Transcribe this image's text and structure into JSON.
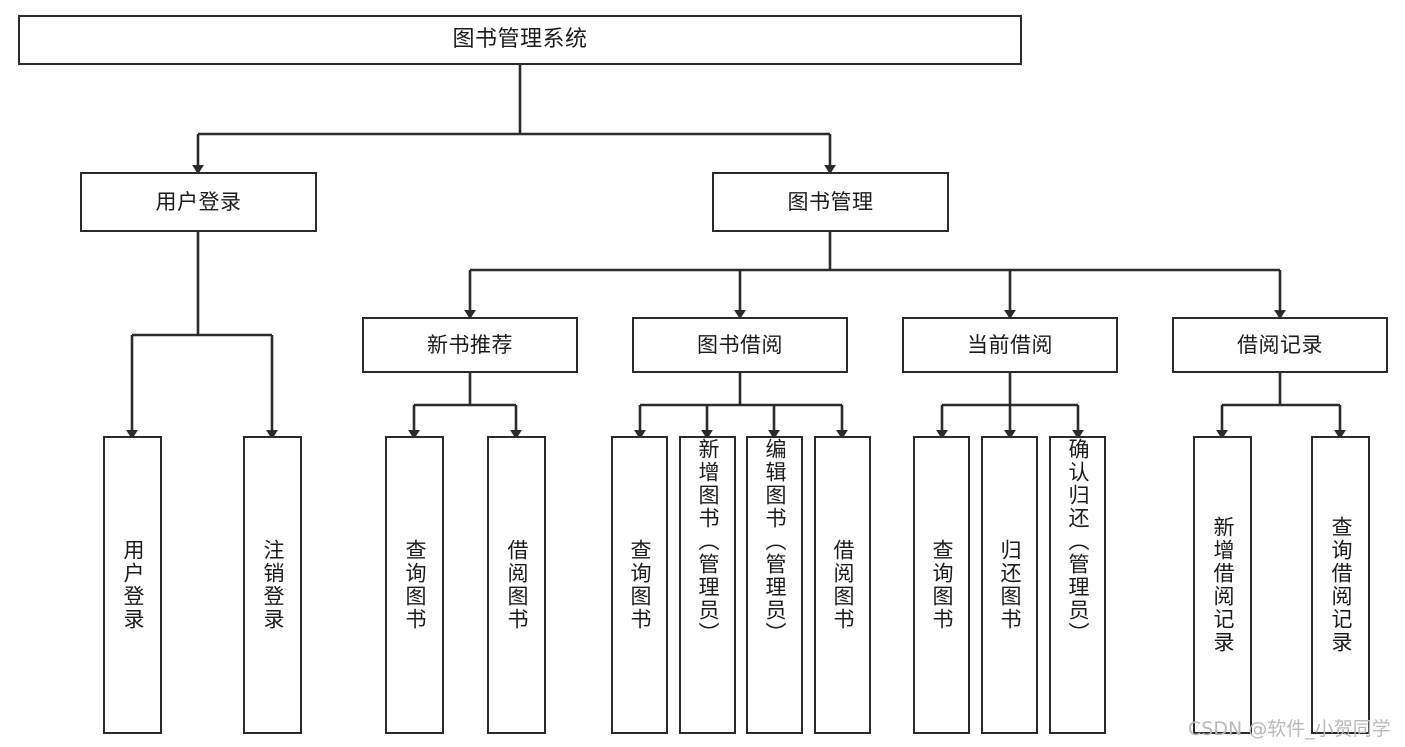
{
  "chart_data": {
    "type": "diagram",
    "diagram_kind": "tree / functional decomposition (功能结构图)",
    "title": "图书管理系统",
    "orientation": "top-down",
    "levels": 4,
    "nodes": [
      {
        "id": "root",
        "label": "图书管理系统",
        "level": 1,
        "parent": null
      },
      {
        "id": "login",
        "label": "用户登录",
        "level": 2,
        "parent": "root"
      },
      {
        "id": "bookmgmt",
        "label": "图书管理",
        "level": 2,
        "parent": "root"
      },
      {
        "id": "login-do",
        "label": "用户登录",
        "level": 3,
        "parent": "login"
      },
      {
        "id": "login-out",
        "label": "注销登录",
        "level": 3,
        "parent": "login"
      },
      {
        "id": "newbook",
        "label": "新书推荐",
        "level": 3,
        "parent": "bookmgmt"
      },
      {
        "id": "borrow",
        "label": "图书借阅",
        "level": 3,
        "parent": "bookmgmt"
      },
      {
        "id": "current",
        "label": "当前借阅",
        "level": 3,
        "parent": "bookmgmt"
      },
      {
        "id": "record",
        "label": "借阅记录",
        "level": 3,
        "parent": "bookmgmt"
      },
      {
        "id": "newbook-query",
        "label": "查询图书",
        "level": 4,
        "parent": "newbook"
      },
      {
        "id": "newbook-borrow",
        "label": "借阅图书",
        "level": 4,
        "parent": "newbook"
      },
      {
        "id": "borrow-query",
        "label": "查询图书",
        "level": 4,
        "parent": "borrow"
      },
      {
        "id": "borrow-add",
        "label": "新增图书（管理员）",
        "level": 4,
        "parent": "borrow"
      },
      {
        "id": "borrow-edit",
        "label": "编辑图书（管理员）",
        "level": 4,
        "parent": "borrow"
      },
      {
        "id": "borrow-lend",
        "label": "借阅图书",
        "level": 4,
        "parent": "borrow"
      },
      {
        "id": "current-query",
        "label": "查询图书",
        "level": 4,
        "parent": "current"
      },
      {
        "id": "current-return",
        "label": "归还图书",
        "level": 4,
        "parent": "current"
      },
      {
        "id": "current-confirm",
        "label": "确认归还（管理员）",
        "level": 4,
        "parent": "current"
      },
      {
        "id": "record-add",
        "label": "新增借阅记录",
        "level": 4,
        "parent": "record"
      },
      {
        "id": "record-query",
        "label": "查询借阅记录",
        "level": 4,
        "parent": "record"
      }
    ],
    "edges": [
      {
        "from": "root",
        "to": "login"
      },
      {
        "from": "root",
        "to": "bookmgmt"
      },
      {
        "from": "login",
        "to": "login-do"
      },
      {
        "from": "login",
        "to": "login-out"
      },
      {
        "from": "bookmgmt",
        "to": "newbook"
      },
      {
        "from": "bookmgmt",
        "to": "borrow"
      },
      {
        "from": "bookmgmt",
        "to": "current"
      },
      {
        "from": "bookmgmt",
        "to": "record"
      },
      {
        "from": "newbook",
        "to": "newbook-query"
      },
      {
        "from": "newbook",
        "to": "newbook-borrow"
      },
      {
        "from": "borrow",
        "to": "borrow-query"
      },
      {
        "from": "borrow",
        "to": "borrow-add"
      },
      {
        "from": "borrow",
        "to": "borrow-edit"
      },
      {
        "from": "borrow",
        "to": "borrow-lend"
      },
      {
        "from": "current",
        "to": "current-query"
      },
      {
        "from": "current",
        "to": "current-return"
      },
      {
        "from": "current",
        "to": "current-confirm"
      },
      {
        "from": "record",
        "to": "record-add"
      },
      {
        "from": "record",
        "to": "record-query"
      }
    ],
    "style": {
      "box_fill": "#ffffff",
      "box_stroke": "#2b2b2b",
      "connector_color": "#2b2b2b",
      "arrowheads": true,
      "background": "#ffffff",
      "leaf_text_direction": "vertical"
    }
  },
  "nodes": {
    "root": "图书管理系统",
    "login": "用户登录",
    "bookmgmt": "图书管理",
    "login_do": "用户登录",
    "login_out": "注销登录",
    "newbook": "新书推荐",
    "borrow": "图书借阅",
    "current": "当前借阅",
    "record": "借阅记录",
    "newbook_query": "查询图书",
    "newbook_borrow": "借阅图书",
    "borrow_query": "查询图书",
    "borrow_add": "新增图书（管理员）",
    "borrow_edit": "编辑图书（管理员）",
    "borrow_lend": "借阅图书",
    "current_query": "查询图书",
    "current_return": "归还图书",
    "current_confirm": "确认归还（管理员）",
    "record_add": "新增借阅记录",
    "record_query": "查询借阅记录"
  },
  "watermark": {
    "text": "CSDN @软件_小贺同学"
  }
}
